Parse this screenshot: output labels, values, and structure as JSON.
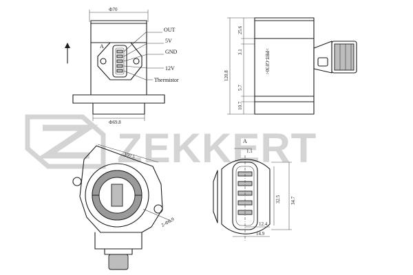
{
  "watermark": {
    "brand": "ZEKKERT"
  },
  "top_left_view": {
    "dimensions": {
      "top_diameter": "Ф70",
      "bottom_diameter": "Ф69.8"
    },
    "section_mark": "A",
    "pins": {
      "out": "OUT",
      "five_v": "5V",
      "gnd": "GND",
      "twelve_v": "12V",
      "thermistor": "Thermistor"
    }
  },
  "top_right_view": {
    "vertical_dims": [
      "25.6",
      "3.1",
      "5.7",
      "10.7"
    ],
    "overall_height": "120.8",
    "part_mark": ">PBT-GF30<"
  },
  "bottom_left_view": {
    "diagonal_dim": "100.5",
    "hole_dim": "2-Ф6.9"
  },
  "bottom_right_view": {
    "section_mark": "A",
    "top_dim": "1.1",
    "height_dims": [
      "32.5",
      "34.7"
    ],
    "width_dims": [
      "12.4",
      "14.9"
    ]
  }
}
